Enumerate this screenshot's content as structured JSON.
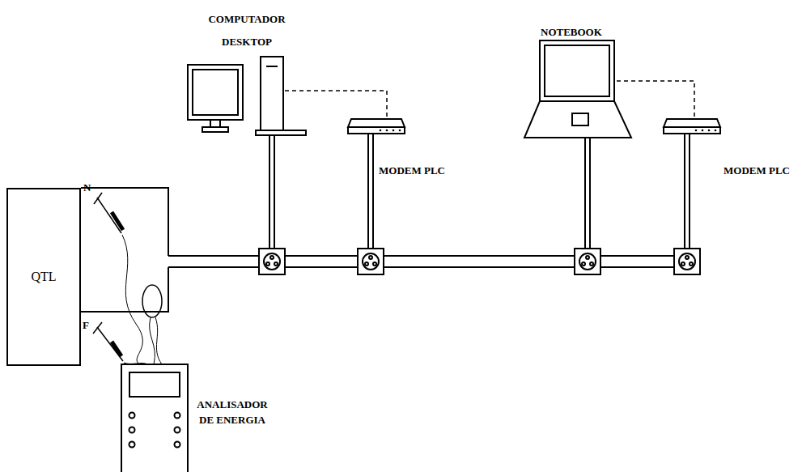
{
  "diagram": {
    "nodes": [
      {
        "text": [
          "COMPUTADOR DESKTOP"
        ]
      },
      {
        "text": [
          "MODEM PLC"
        ]
      },
      {
        "text": [
          "NOTEBOOK"
        ]
      },
      {
        "text": [
          "MODEM PLC"
        ]
      },
      {
        "text": [
          "QTL"
        ]
      },
      {
        "text": [
          "ANALISADOR DE ENERGIA"
        ]
      }
    ],
    "edges": [
      {
        "from": 0,
        "to": 1,
        "arrow": "none"
      },
      {
        "from": 2,
        "to": 3,
        "arrow": "none"
      }
    ],
    "labels": [
      "N",
      "F"
    ]
  }
}
